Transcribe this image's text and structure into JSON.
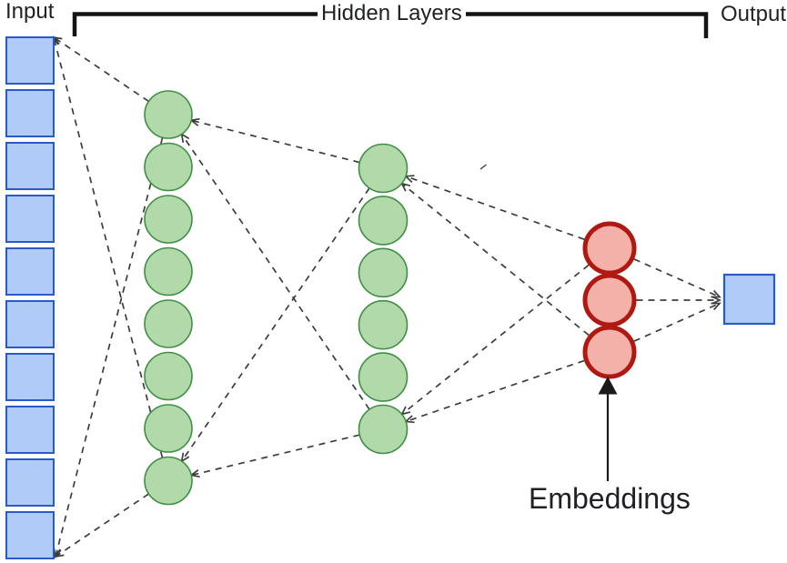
{
  "diagram": {
    "labels": {
      "input": "Input",
      "hidden_layers": "Hidden Layers",
      "output": "Output",
      "embeddings": "Embeddings"
    },
    "layers": {
      "input": {
        "type": "square",
        "count": 10,
        "fill": "#b1cbf9",
        "stroke": "#2a59c8"
      },
      "hidden1": {
        "type": "circle",
        "count": 8,
        "fill": "#b1d9aa",
        "stroke": "#3f8f45"
      },
      "hidden2": {
        "type": "circle",
        "count": 6,
        "fill": "#b1d9aa",
        "stroke": "#3f8f45"
      },
      "embeddings": {
        "type": "circle",
        "count": 3,
        "fill": "#f4b1a9",
        "stroke": "#b01812"
      },
      "output": {
        "type": "square",
        "count": 1,
        "fill": "#b1cbf9",
        "stroke": "#2a59c8"
      }
    },
    "connections": [
      {
        "from": "hidden1-top",
        "to": "input-top"
      },
      {
        "from": "hidden1-bottom",
        "to": "input-top"
      },
      {
        "from": "hidden1-top",
        "to": "input-bottom"
      },
      {
        "from": "hidden1-bottom",
        "to": "input-bottom"
      },
      {
        "from": "hidden2-top",
        "to": "hidden1-top"
      },
      {
        "from": "hidden2-bottom",
        "to": "hidden1-top"
      },
      {
        "from": "hidden2-top",
        "to": "hidden1-bottom"
      },
      {
        "from": "hidden2-bottom",
        "to": "hidden1-bottom"
      },
      {
        "from": "emb-top",
        "to": "hidden2-top"
      },
      {
        "from": "emb-bottom",
        "to": "hidden2-top"
      },
      {
        "from": "emb-top",
        "to": "hidden2-bottom"
      },
      {
        "from": "emb-bottom",
        "to": "hidden2-bottom"
      },
      {
        "from": "emb-top",
        "to": "output-upper"
      },
      {
        "from": "emb-mid",
        "to": "output-mid"
      },
      {
        "from": "emb-bottom",
        "to": "output-lower"
      }
    ],
    "connection_style": {
      "color": "#3d3d3d",
      "dash": "7 6"
    },
    "bracket_color": "#141414",
    "pointer_arrow_color": "#1a1a1a"
  }
}
